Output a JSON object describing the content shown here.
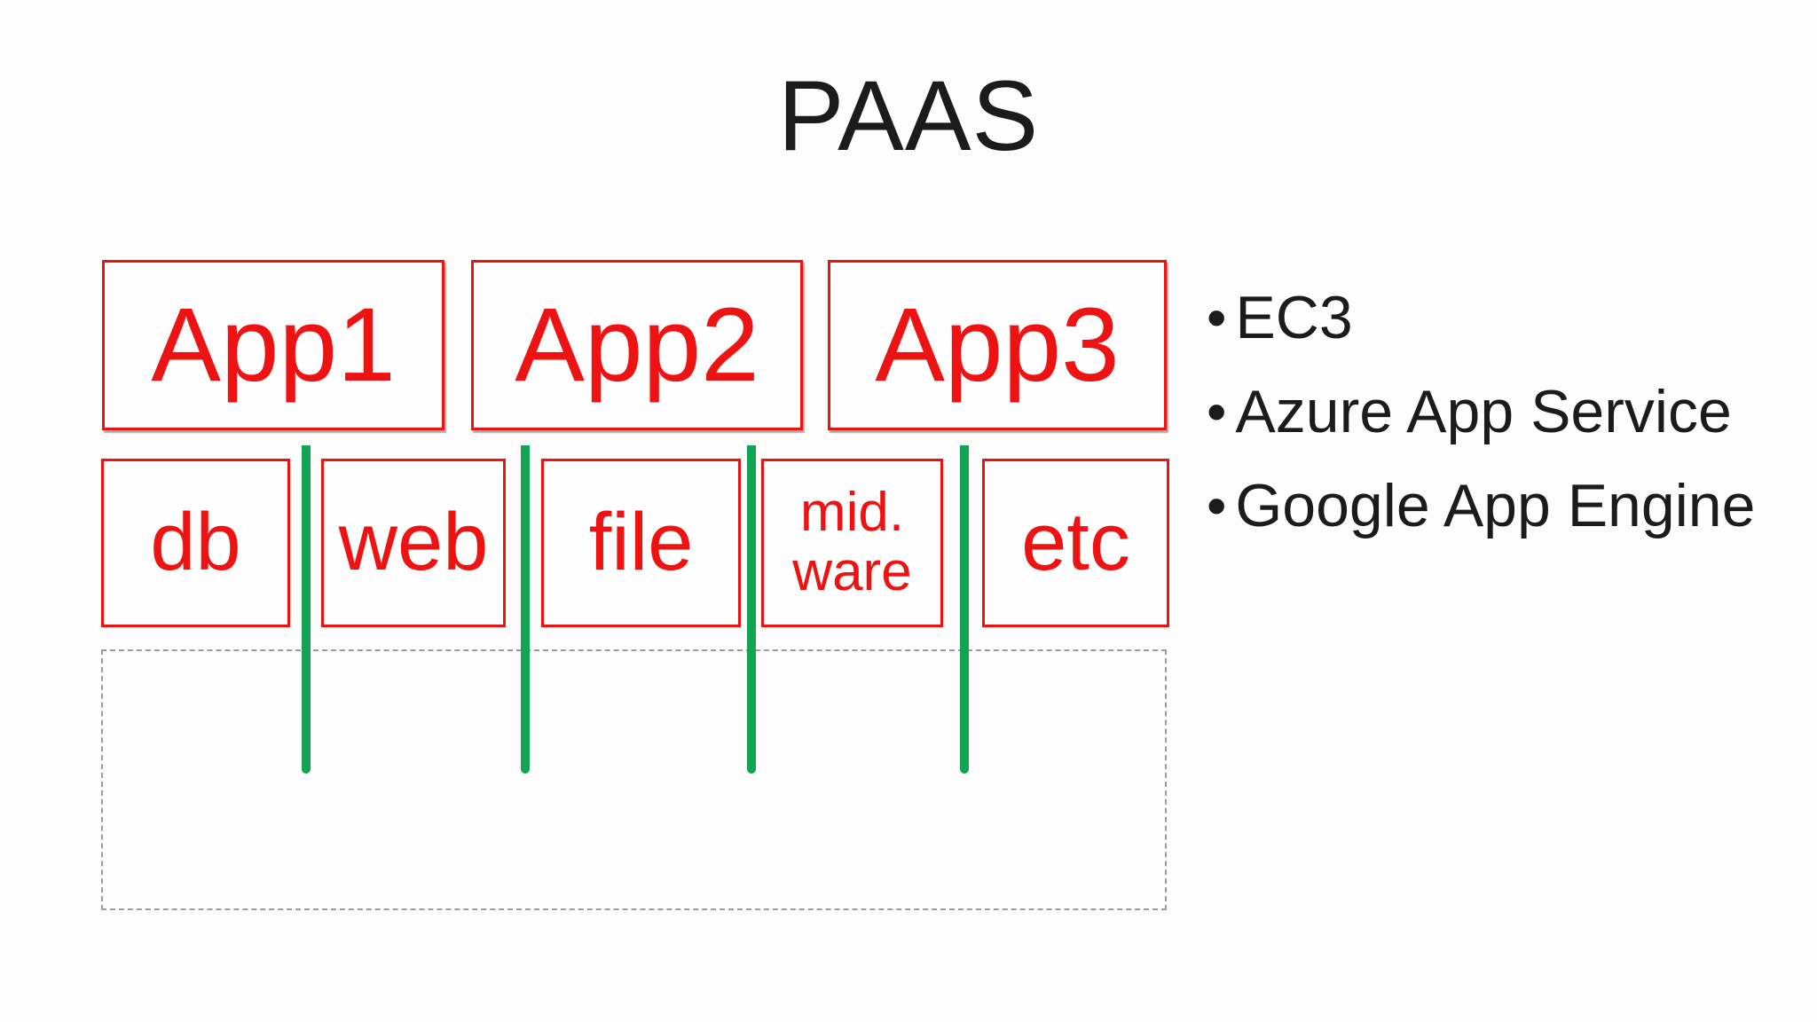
{
  "slide": {
    "title": "PAAS"
  },
  "app_row": [
    {
      "label": "App1"
    },
    {
      "label": "App2"
    },
    {
      "label": "App3"
    }
  ],
  "service_row": [
    {
      "lines": [
        "db"
      ]
    },
    {
      "lines": [
        "web"
      ]
    },
    {
      "lines": [
        "file"
      ]
    },
    {
      "lines": [
        "mid.",
        "ware"
      ]
    },
    {
      "lines": [
        "etc"
      ]
    }
  ],
  "bullet_list": {
    "marker": "•",
    "items": [
      "EC3",
      "Azure App Service",
      "Google App Engine"
    ]
  },
  "colors": {
    "box_red": "#ee1313",
    "connector_green": "#12a452",
    "text_black": "#1b1b1b",
    "dotted_gray": "#9b9b9b",
    "background": "#fdfdfd"
  }
}
